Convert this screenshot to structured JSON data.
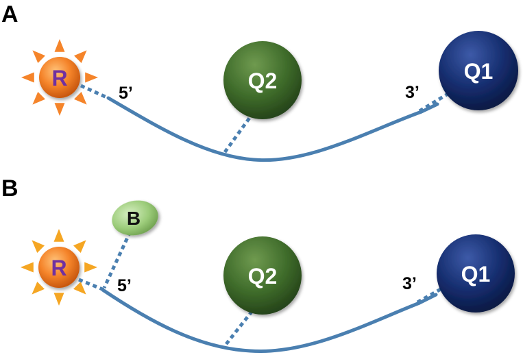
{
  "panels": [
    {
      "label": "A",
      "reporter": "R",
      "end5": "5’",
      "end3": "3’",
      "q2": "Q2",
      "q1": "Q1"
    },
    {
      "label": "B",
      "reporter": "R",
      "binder": "B",
      "end5": "5’",
      "end3": "3’",
      "q2": "Q2",
      "q1": "Q1"
    }
  ],
  "colors": {
    "strand": "#4a7fb0",
    "reporter_fill": "#f5842a",
    "reporter_text": "#7030a0",
    "ray_a": "#f5842a",
    "ray_b": "#f5a623",
    "q2_fill": "#3e6b2a",
    "q1_fill": "#152d6e",
    "binder_fill": "#9ccc7a"
  }
}
